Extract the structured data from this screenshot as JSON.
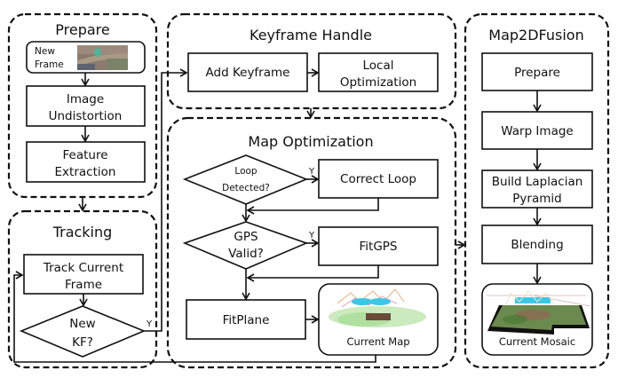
{
  "groups": {
    "prepare": {
      "title": "Prepare",
      "new_frame": [
        "New",
        "Frame"
      ],
      "steps": [
        [
          "Image",
          "Undistortion"
        ],
        [
          "Feature",
          "Extraction"
        ]
      ]
    },
    "tracking": {
      "title": "Tracking",
      "track": [
        "Track Current",
        "Frame"
      ],
      "decision": [
        "New",
        "KF?"
      ],
      "yes_label": "Y"
    },
    "keyframe_handle": {
      "title": "Keyframe Handle",
      "add": "Add Keyframe",
      "local": [
        "Local",
        "Optimization"
      ]
    },
    "map_optimization": {
      "title": "Map Optimization",
      "loop_decision": [
        "Loop",
        "Detected?"
      ],
      "correct_loop": "Correct Loop",
      "gps_decision": [
        "GPS",
        "Valid?"
      ],
      "fitgps": "FitGPS",
      "fitplane": "FitPlane",
      "current_map": "Current Map",
      "yes_label": "Y"
    },
    "map2dfusion": {
      "title": "Map2DFusion",
      "steps": [
        "Prepare",
        "Warp Image",
        [
          "Build Laplacian",
          "Pyramid"
        ],
        "Blending"
      ],
      "current_mosaic": "Current Mosaic"
    }
  }
}
